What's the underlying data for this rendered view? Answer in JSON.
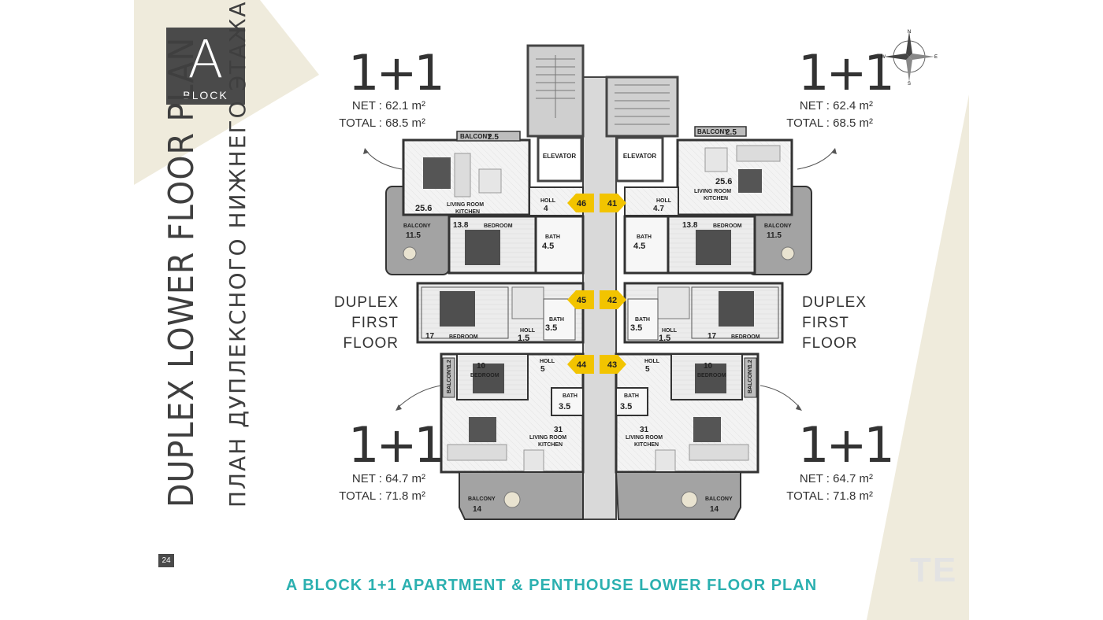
{
  "block": {
    "letter": "A",
    "word": "BLOCK"
  },
  "title": "DUPLEX LOWER FLOOR PLAN",
  "subtitle": "ПЛАН ДУПЛЕКСНОГО НИЖНЕГО ЭТАЖА",
  "page_number": "24",
  "footer": "A BLOCK 1+1 APARTMENT & PENTHOUSE LOWER FLOOR PLAN",
  "watermark": "TE",
  "colors": {
    "accent": "#2bb0b0",
    "beige": "#efebdc",
    "dark": "#4a4a4a",
    "marker": "#f2c400"
  },
  "compass": {
    "n": "N",
    "s": "S",
    "e": "E",
    "w": "W"
  },
  "units": {
    "top_left": {
      "type": "1+1",
      "net": "NET : 62.1 m²",
      "total": "TOTAL : 68.5 m²"
    },
    "top_right": {
      "type": "1+1",
      "net": "NET : 62.4 m²",
      "total": "TOTAL : 68.5 m²"
    },
    "bottom_left": {
      "type": "1+1",
      "net": "NET : 64.7 m²",
      "total": "TOTAL : 71.8 m²"
    },
    "bottom_right": {
      "type": "1+1",
      "net": "NET : 64.7 m²",
      "total": "TOTAL : 71.8 m²"
    }
  },
  "duplex_left": {
    "line1": "DUPLEX",
    "line2": "FIRST FLOOR"
  },
  "duplex_right": {
    "line1": "DUPLEX",
    "line2": "FIRST FLOOR"
  },
  "plan": {
    "elevator": "ELEVATOR",
    "markers": [
      "46",
      "41",
      "45",
      "42",
      "44",
      "43"
    ],
    "top_left": {
      "balcony_top": "BALCONY",
      "balcony_top_area": "2.5",
      "living_area": "25.6",
      "living_label": "LIVING ROOM",
      "kitchen_label": "KITCHEN",
      "holl_label": "HOLL",
      "holl_area": "4",
      "balcony_side": "BALCONY",
      "balcony_side_area": "11.5",
      "bedroom_area": "13.8",
      "bedroom_label": "BEDROOM",
      "bath_label": "BATH",
      "bath_area": "4.5"
    },
    "top_right": {
      "balcony_top": "BALCONY",
      "balcony_top_area": "2.5",
      "living_area": "25.6",
      "living_label": "LIVING ROOM",
      "kitchen_label": "KITCHEN",
      "holl_label": "HOLL",
      "holl_area": "4.7",
      "balcony_side": "BALCONY",
      "balcony_side_area": "11.5",
      "bedroom_area": "13.8",
      "bedroom_label": "BEDROOM",
      "bath_label": "BATH",
      "bath_area": "4.5"
    },
    "mid_left": {
      "bedroom_area": "17",
      "bedroom_label": "BEDROOM",
      "bath_label": "BATH",
      "bath_area": "3.5",
      "holl_label": "HOLL",
      "holl_area": "1.5"
    },
    "mid_right": {
      "bedroom_area": "17",
      "bedroom_label": "BEDROOM",
      "bath_label": "BATH",
      "bath_area": "3.5",
      "holl_label": "HOLL",
      "holl_area": "1.5"
    },
    "bottom_left": {
      "balcony_side": "BALCONY",
      "balcony_side_area": "1.2",
      "bedroom_area": "10",
      "bedroom_label": "BEDROOM",
      "holl_label": "HOLL",
      "holl_area": "5",
      "bath_label": "BATH",
      "bath_area": "3.5",
      "living_area": "31",
      "living_label": "LIVING ROOM",
      "kitchen_label": "KITCHEN",
      "balcony_bottom": "BALCONY",
      "balcony_bottom_area": "14"
    },
    "bottom_right": {
      "balcony_side": "BALCONY",
      "balcony_side_area": "1.2",
      "bedroom_area": "10",
      "bedroom_label": "BEDROOM",
      "holl_label": "HOLL",
      "holl_area": "5",
      "bath_label": "BATH",
      "bath_area": "3.5",
      "living_area": "31",
      "living_label": "LIVING ROOM",
      "kitchen_label": "KITCHEN",
      "balcony_bottom": "BALCONY",
      "balcony_bottom_area": "14"
    }
  }
}
